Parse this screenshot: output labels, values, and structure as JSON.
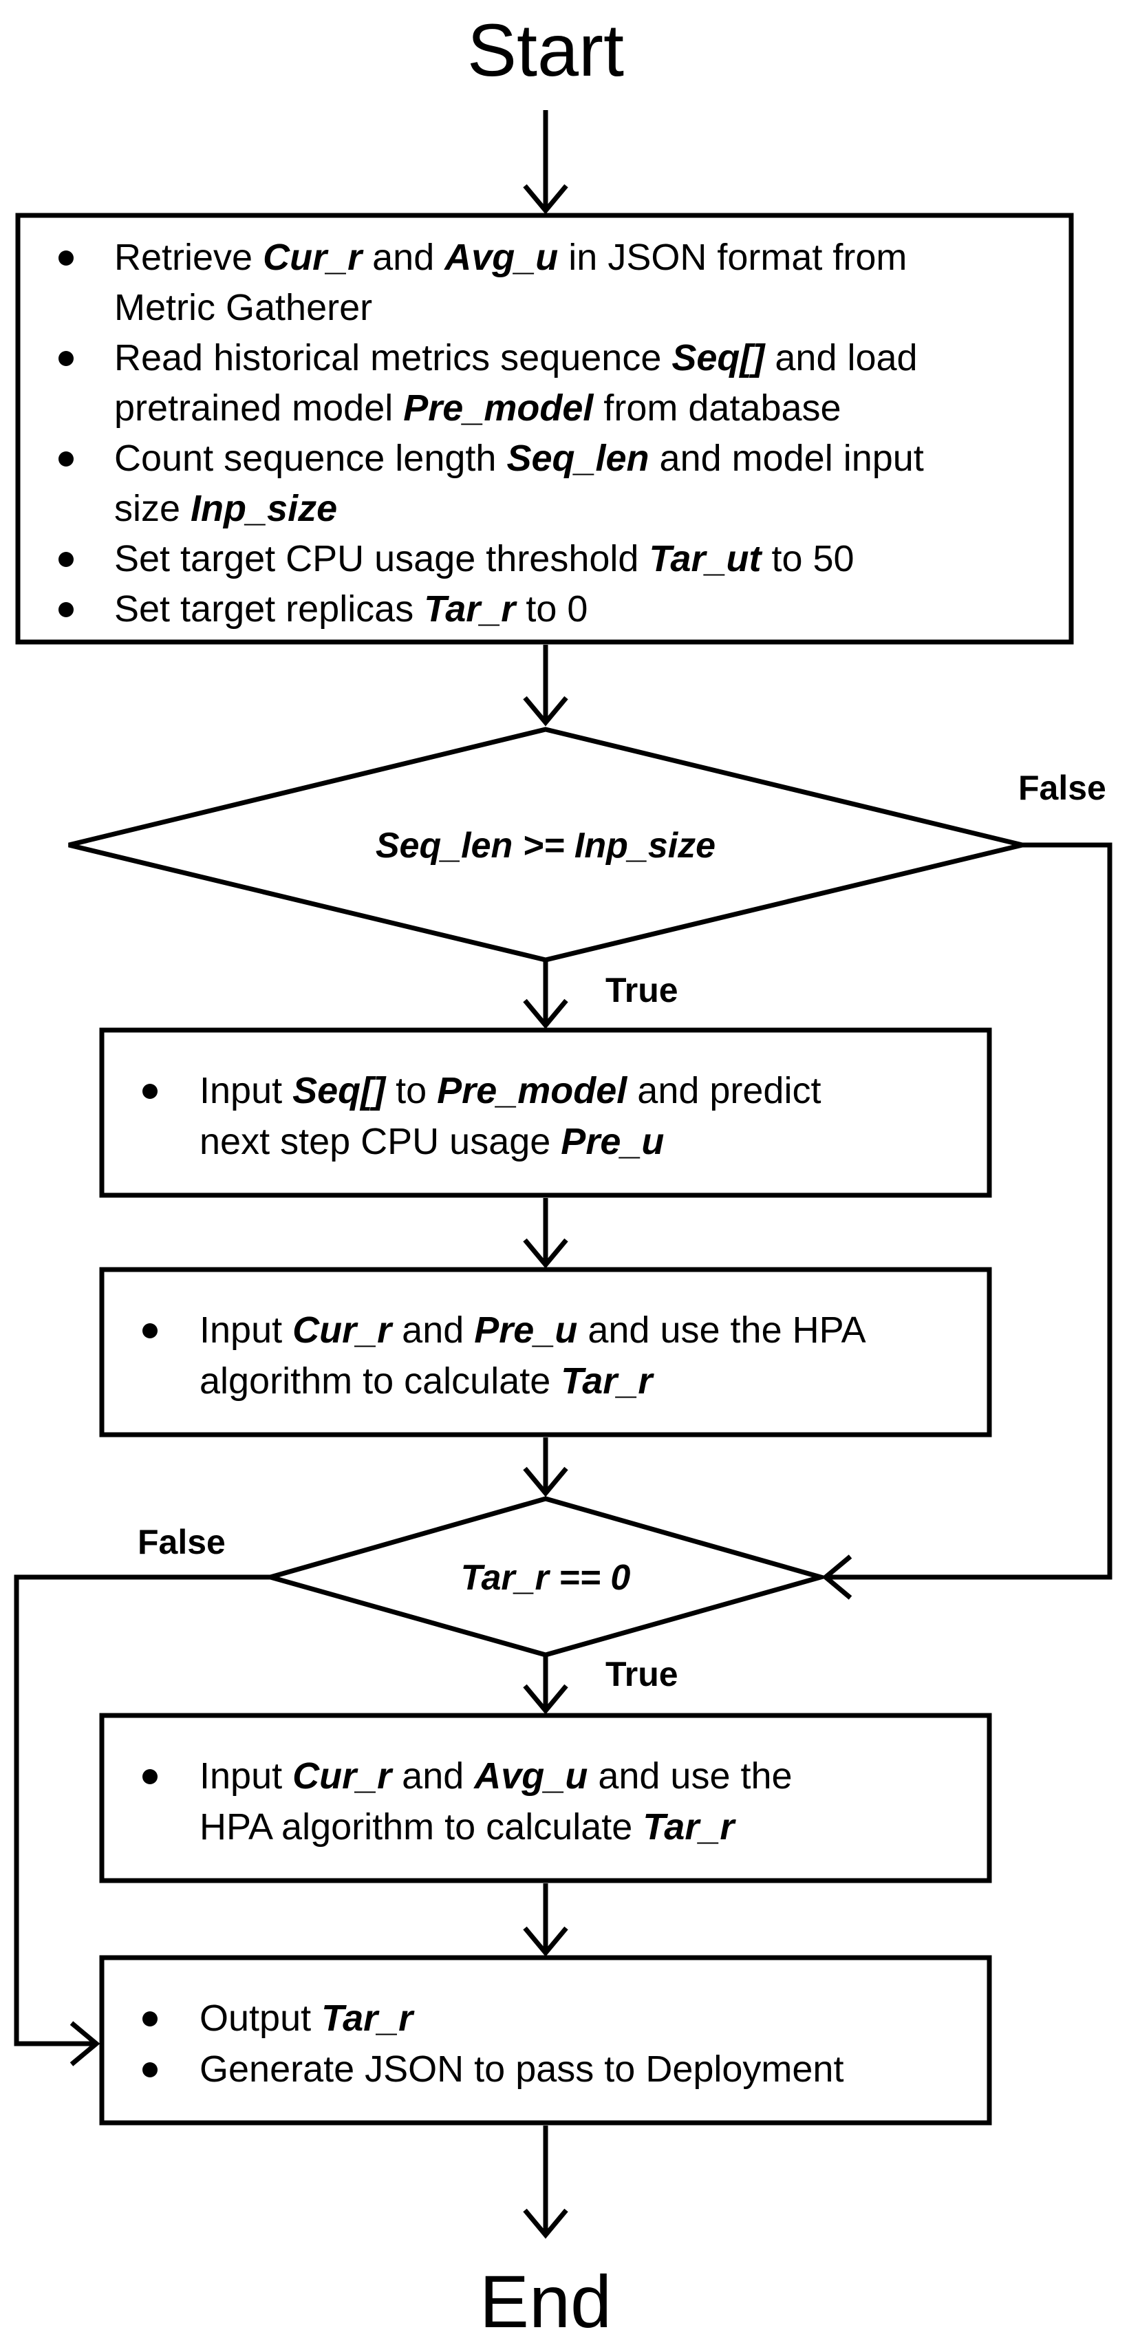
{
  "terminals": {
    "start": "Start",
    "end": "End"
  },
  "init": {
    "lines": [
      [
        [
          "Retrieve ",
          ""
        ],
        [
          "Cur_r",
          "bi"
        ],
        [
          "  and ",
          ""
        ],
        [
          "Avg_u",
          "bi"
        ],
        [
          " in JSON format from",
          ""
        ]
      ],
      [
        [
          "Metric Gatherer",
          ""
        ]
      ],
      [
        [
          "Read historical metrics sequence ",
          ""
        ],
        [
          "Seq[]",
          "bi"
        ],
        [
          " and load",
          ""
        ]
      ],
      [
        [
          "pretrained model ",
          ""
        ],
        [
          "Pre_model",
          "bi"
        ],
        [
          " from database",
          ""
        ]
      ],
      [
        [
          "Count sequence length ",
          ""
        ],
        [
          "Seq_len",
          "bi"
        ],
        [
          " and model input",
          ""
        ]
      ],
      [
        [
          "size ",
          ""
        ],
        [
          "Inp_size",
          "bi"
        ]
      ],
      [
        [
          "Set target CPU usage threshold ",
          ""
        ],
        [
          "Tar_ut",
          "bi"
        ],
        [
          " to 50",
          ""
        ]
      ],
      [
        [
          "Set target replicas ",
          ""
        ],
        [
          "Tar_r",
          "bi"
        ],
        [
          " to 0",
          ""
        ]
      ]
    ]
  },
  "decision1": {
    "condition": "Seq_len >=  Inp_size",
    "true_label": "True",
    "false_label": "False"
  },
  "predict": {
    "lines": [
      [
        [
          "Input ",
          ""
        ],
        [
          "Seq[]",
          "bi"
        ],
        [
          " to ",
          ""
        ],
        [
          "Pre_model",
          "bi"
        ],
        [
          " and predict",
          ""
        ]
      ],
      [
        [
          "next step CPU usage ",
          ""
        ],
        [
          "Pre_u",
          "bi"
        ]
      ]
    ]
  },
  "hpa_predicted": {
    "lines": [
      [
        [
          "Input ",
          ""
        ],
        [
          "Cur_r",
          "bi"
        ],
        [
          " and ",
          ""
        ],
        [
          "Pre_u",
          "bi"
        ],
        [
          " and use the HPA",
          ""
        ]
      ],
      [
        [
          "algorithm to calculate ",
          ""
        ],
        [
          "Tar_r",
          "bi"
        ]
      ]
    ]
  },
  "decision2": {
    "condition": "Tar_r == 0",
    "true_label": "True",
    "false_label": "False"
  },
  "hpa_average": {
    "lines": [
      [
        [
          "Input ",
          ""
        ],
        [
          "Cur_r",
          "bi"
        ],
        [
          " and ",
          ""
        ],
        [
          "Avg_u",
          "bi"
        ],
        [
          " and use the",
          ""
        ]
      ],
      [
        [
          "HPA algorithm to calculate ",
          ""
        ],
        [
          "Tar_r",
          "bi"
        ]
      ]
    ]
  },
  "output": {
    "lines": [
      [
        [
          "Output ",
          ""
        ],
        [
          "Tar_r",
          "bi"
        ]
      ],
      [
        [
          "Generate JSON to pass to Deployment",
          ""
        ]
      ]
    ]
  }
}
